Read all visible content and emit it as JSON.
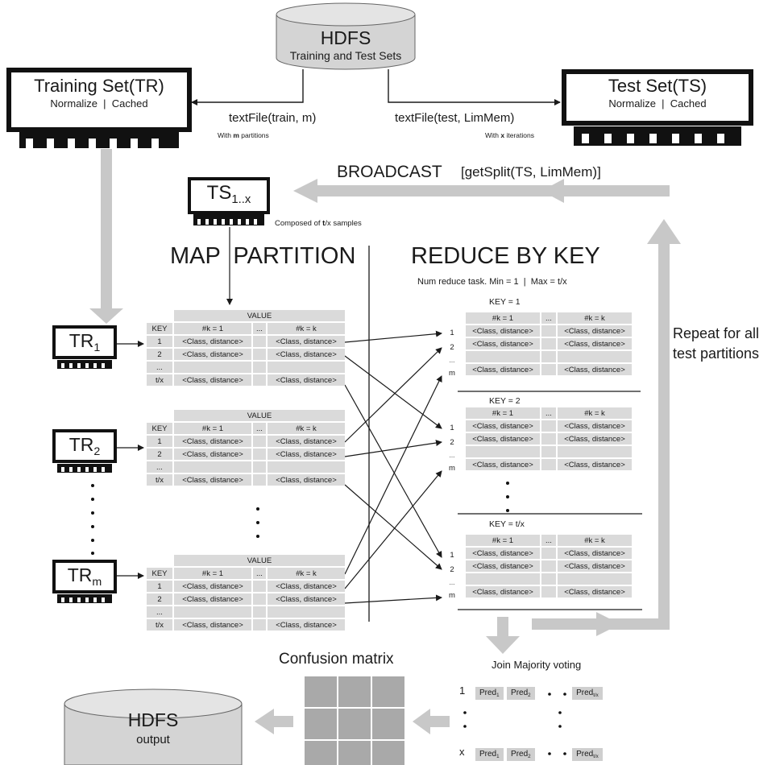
{
  "hdfs_top": {
    "title": "HDFS",
    "subtitle": "Training and Test Sets"
  },
  "training": {
    "title": "Training Set(TR)",
    "sub": "Normalize  |  Cached"
  },
  "test": {
    "title": "Test Set(TS)",
    "sub": "Normalize  |  Cached"
  },
  "io": {
    "train_call": "textFile(train, m)",
    "train_note_pre": "With ",
    "train_note_bold": "m",
    "train_note_post": " partitions",
    "test_call": "textFile(test, LimMem)",
    "test_note_pre": "With ",
    "test_note_bold": "x",
    "test_note_post": " iterations"
  },
  "broadcast": {
    "label": "BROADCAST",
    "call": "[getSplit(TS, LimMem)]"
  },
  "ts_chunk": {
    "base": "TS",
    "sub": "1..x",
    "note_pre": "Composed of ",
    "note_bold": "t",
    "note_post": "/x samples"
  },
  "map_title": "MAP  PARTITION",
  "reduce_title": "REDUCE BY KEY",
  "reduce_note": "Num reduce task. Min = 1  |  Max = t/x",
  "repeat_note": [
    "Repeat for all",
    "test partitions"
  ],
  "tr_nodes": [
    {
      "base": "TR",
      "sub": "1"
    },
    {
      "base": "TR",
      "sub": "2"
    },
    {
      "base": "TR",
      "sub": "m"
    }
  ],
  "map_table": {
    "value": "VALUE",
    "key": "KEY",
    "col1": "#k = 1",
    "col_dots": "...",
    "colk": "#k = k",
    "rows": [
      "1",
      "2",
      "...",
      "t/x"
    ],
    "cell": "<Class, distance>"
  },
  "reduce_table": {
    "keys": [
      "KEY = 1",
      "KEY = 2",
      "KEY = t/x"
    ],
    "col1": "#k = 1",
    "col_dots": "...",
    "colk": "#k = k",
    "rows": [
      "1",
      "2",
      "...",
      "m"
    ],
    "cell": "<Class, distance>"
  },
  "join": {
    "title": "Join Majority voting",
    "row1": "1",
    "rowx": "x",
    "pred": "Pred",
    "sub1": "1",
    "sub2": "2",
    "subt": "t/x"
  },
  "confusion": {
    "title": "Confusion matrix"
  },
  "hdfs_bottom": {
    "title": "HDFS",
    "subtitle": "output"
  },
  "colors": {
    "arrow_gray": "#c8c8c8",
    "cell_gray": "#dadada",
    "cylinder": "#d4d4d4",
    "confusion": "#a9a9a9"
  }
}
